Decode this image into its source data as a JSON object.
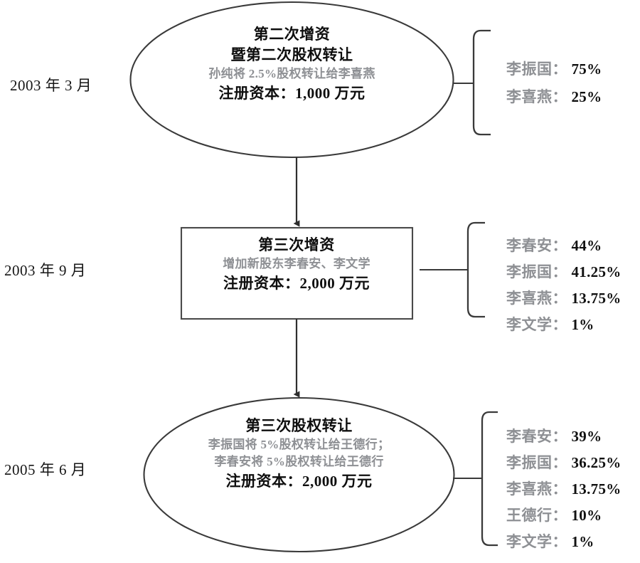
{
  "figure": {
    "type": "equity-change-flowchart",
    "background": "#ffffff",
    "stroke_color": "#3a3a3a",
    "muted_text_color": "#8e9094",
    "primary_text_color": "#0e0e0e"
  },
  "stages": [
    {
      "date": "2003 年 3 月",
      "shape": "ellipse",
      "title_line_1": "第二次增资",
      "title_line_2": "暨第二次股权转让",
      "sub_lines": [
        "孙纯将 2.5%股权转让给李喜燕"
      ],
      "capital": "注册资本：1,000 万元",
      "shareholders": [
        {
          "name": "李振国",
          "colon": "：",
          "percent": "75%"
        },
        {
          "name": "李喜燕",
          "colon": "：",
          "percent": "25%"
        }
      ]
    },
    {
      "date": "2003 年 9 月",
      "shape": "rectangle",
      "title_line_1": "第三次增资",
      "title_line_2": "",
      "sub_lines": [
        "增加新股东李春安、李文学"
      ],
      "capital": "注册资本：2,000 万元",
      "shareholders": [
        {
          "name": "李春安",
          "colon": "：",
          "percent": "44%"
        },
        {
          "name": "李振国",
          "colon": "：",
          "percent": "41.25%"
        },
        {
          "name": "李喜燕",
          "colon": "：",
          "percent": "13.75%"
        },
        {
          "name": "李文学",
          "colon": "：",
          "percent": "1%"
        }
      ]
    },
    {
      "date": "2005 年 6 月",
      "shape": "ellipse",
      "title_line_1": "第三次股权转让",
      "title_line_2": "",
      "sub_lines": [
        "李振国将 5%股权转让给王德行；",
        "李春安将 5%股权转让给王德行"
      ],
      "capital": "注册资本：2,000 万元",
      "shareholders": [
        {
          "name": "李春安",
          "colon": "：",
          "percent": "39%"
        },
        {
          "name": "李振国",
          "colon": "：",
          "percent": "36.25%"
        },
        {
          "name": "李喜燕",
          "colon": "：",
          "percent": "13.75%"
        },
        {
          "name": "王德行",
          "colon": "：",
          "percent": "10%"
        },
        {
          "name": "李文学",
          "colon": "：",
          "percent": "1%"
        }
      ]
    }
  ]
}
